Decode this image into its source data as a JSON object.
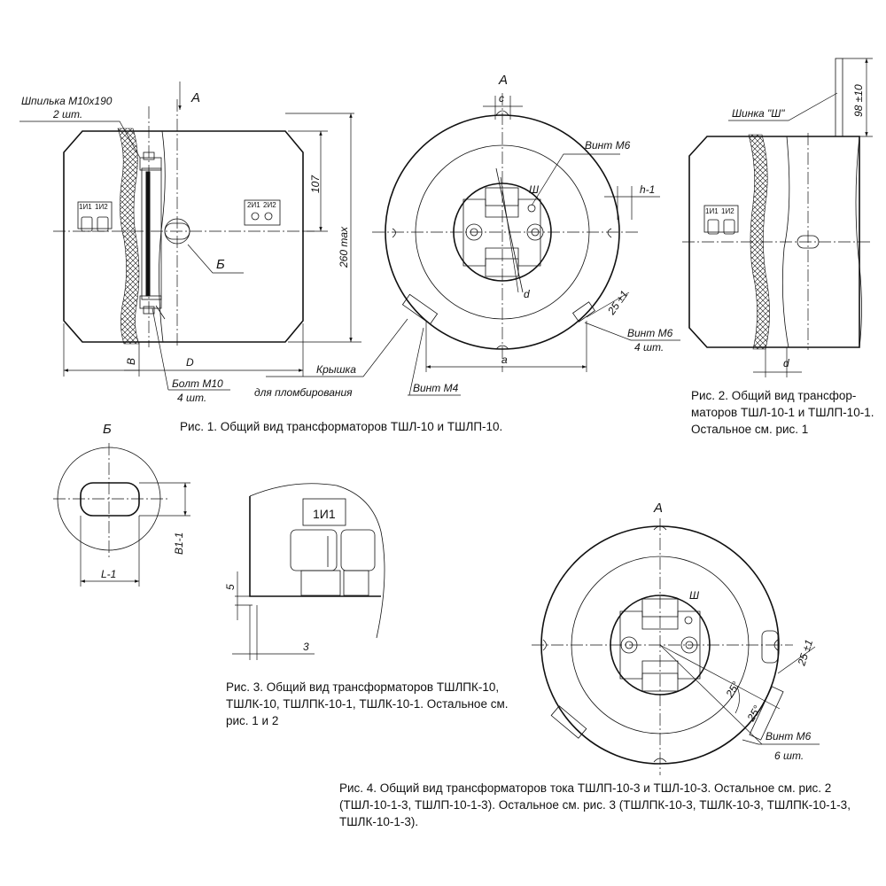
{
  "labels": {
    "view_a": "А",
    "view_b": "Б",
    "stud": "Шпилька М10x190",
    "stud_qty": "2 шт.",
    "bolt": "Болт М10",
    "bolt_qty": "4 шт.",
    "cover": "Крышка",
    "cover_sub": "для пломбирования",
    "screw_m4": "Винт М4",
    "screw_m6": "Винт М6",
    "screw_m6_qty4": "4 шт.",
    "screw_m6_qty6": "6 шт.",
    "bus": "Шинка \"Ш\"",
    "bus_mark": "Ш"
  },
  "dimensions": {
    "d107": "107",
    "d260": "260 max",
    "dB": "В",
    "dD": "D",
    "dc": "с",
    "dh": "h-1",
    "dd": "d",
    "da": "а",
    "d25": "25 ±1",
    "d98": "98 ±10",
    "dB1": "В1-1",
    "dL": "L-1",
    "d5": "5",
    "d3": "3",
    "angle": "25°"
  },
  "terminals": {
    "p1": "1И1",
    "p2": "1И2",
    "s1": "2И1",
    "s2": "2И2",
    "detail": "1И1"
  },
  "captions": {
    "fig1": "Рис. 1. Общий вид трансформаторов ТШЛ-10 и ТШЛП-10.",
    "fig2": "Рис. 2. Общий вид трансфор- маторов ТШЛ-10-1 и ТШЛП-10-1. Остальное см. рис. 1",
    "fig3": "Рис. 3. Общий вид трансформаторов ТШЛПК-10, ТШЛК-10, ТШЛПК-10-1, ТШЛК-10-1. Остальное см. рис. 1 и 2",
    "fig4": "Рис. 4. Общий вид трансформаторов тока ТШЛП-10-3 и ТШЛ-10-3. Остальное см. рис. 2 (ТШЛ-10-1-3, ТШЛП-10-1-3). Остальное см. рис. 3 (ТШЛПК-10-3, ТШЛК-10-3, ТШЛПК-10-1-3, ТШЛК-10-1-3)."
  }
}
